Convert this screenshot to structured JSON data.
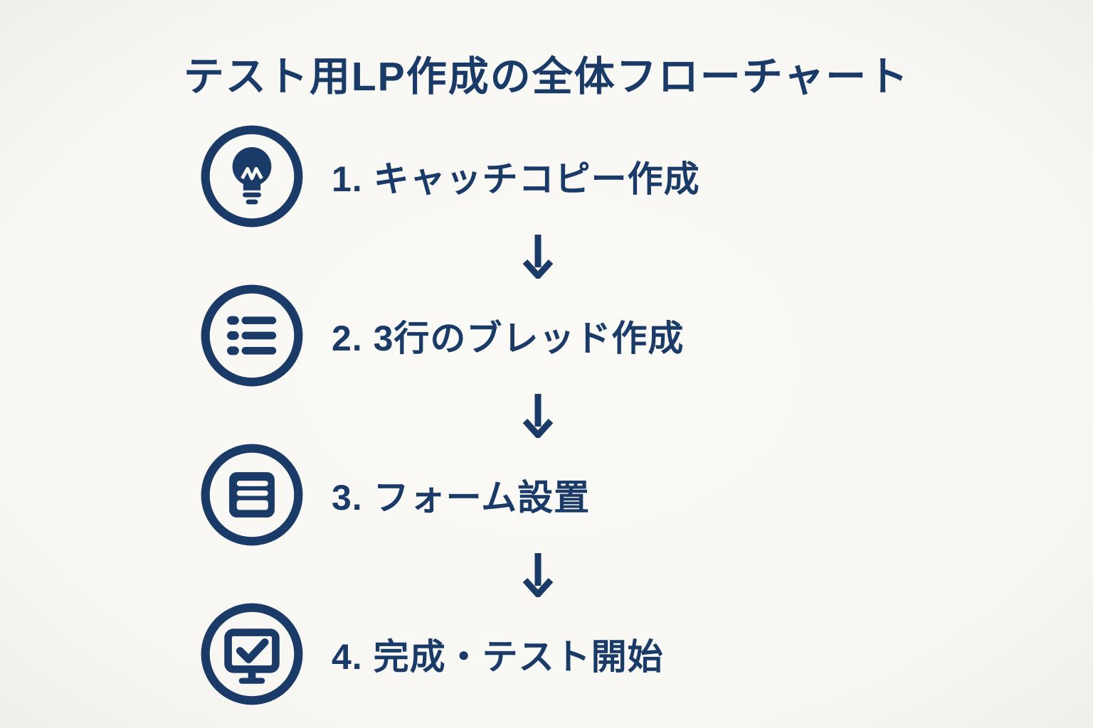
{
  "title": "テスト用LP作成の全体フローチャート",
  "colors": {
    "ink": "#1a3a67",
    "background": "#f8f7f3"
  },
  "connector": {
    "icon": "down-arrow-icon",
    "glyph": "↓"
  },
  "steps": [
    {
      "label": "1. キャッチコピー作成",
      "icon": "lightbulb-icon"
    },
    {
      "label": "2. 3行のブレッド作成",
      "icon": "list-icon"
    },
    {
      "label": "3. フォーム設置",
      "icon": "form-icon"
    },
    {
      "label": "4. 完成・テスト開始",
      "icon": "monitor-check-icon"
    }
  ]
}
